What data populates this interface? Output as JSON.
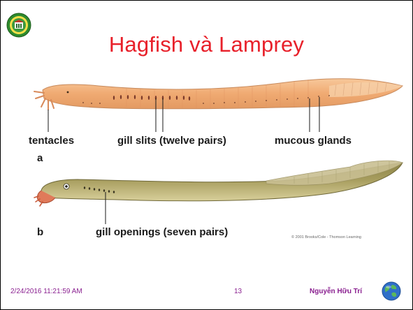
{
  "slide": {
    "title": "Hagfish và Lamprey"
  },
  "figure": {
    "labels": {
      "tentacles": "tentacles",
      "gill_slits": "gill slits (twelve pairs)",
      "mucous_glands": "mucous glands",
      "panel_a": "a",
      "panel_b": "b",
      "gill_openings": "gill openings (seven pairs)"
    },
    "copyright": "© 2001 Brooks/Cole - Thomson Learning"
  },
  "footer": {
    "date": "2/24/2016 11:21:59 AM",
    "page": "13",
    "author": "Nguyễn Hữu Trí"
  },
  "colors": {
    "title": "#e8202a",
    "footer": "#8a2090",
    "hagfish_body": "#f2b27e",
    "lamprey_body": "#a89a5c"
  },
  "icons": {
    "logo": "university-seal-icon",
    "globe": "globe-icon"
  }
}
